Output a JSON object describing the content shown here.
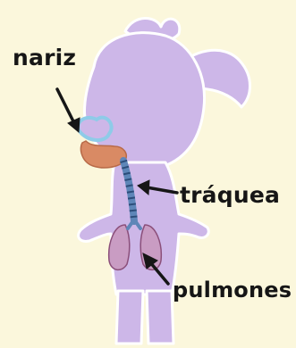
{
  "labels": {
    "nose": "nariz",
    "trachea": "tráquea",
    "lungs": "pulmones"
  },
  "colors": {
    "background": "#fbf7dc",
    "body": "#cdb7e8",
    "body_outline": "#ffffff",
    "nasal_passage": "#d98a64",
    "nose_outline": "#8ecbe8",
    "trachea": "#5e86b8",
    "lungs": "#b07aa0",
    "arrows": "#161616",
    "text": "#161616"
  }
}
